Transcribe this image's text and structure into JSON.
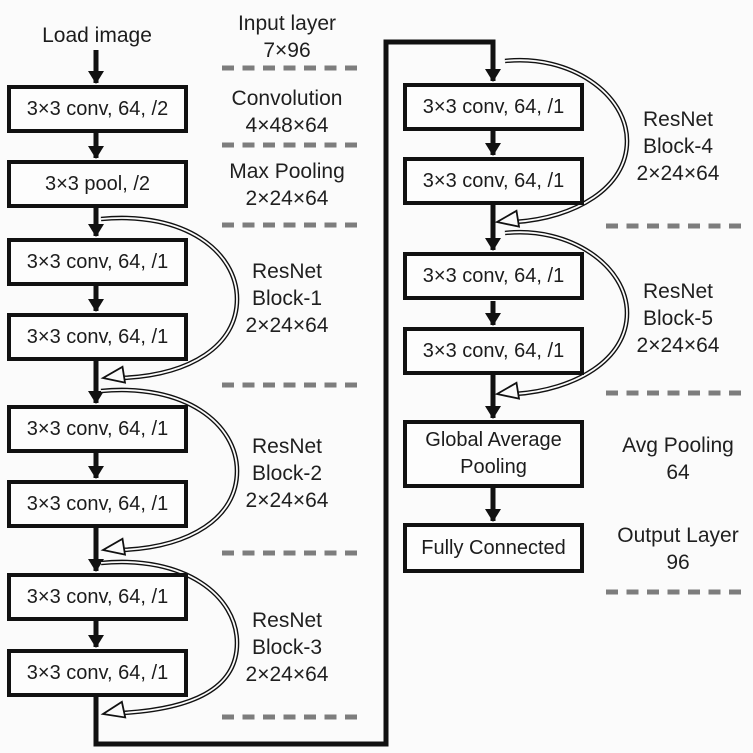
{
  "input_label": "Load image",
  "left_boxes": [
    "3×3 conv, 64, /2",
    "3×3 pool, /2",
    "3×3 conv, 64, /1",
    "3×3 conv, 64, /1",
    "3×3 conv, 64, /1",
    "3×3 conv, 64, /1",
    "3×3 conv, 64, /1",
    "3×3 conv, 64, /1"
  ],
  "right_boxes": [
    "3×3 conv, 64, /1",
    "3×3 conv, 64, /1",
    "3×3 conv, 64, /1",
    "3×3 conv, 64, /1",
    "Global Average Pooling",
    "Fully Connected"
  ],
  "left_annotations": [
    {
      "lines": [
        "Input layer",
        "7×96"
      ]
    },
    {
      "lines": [
        "Convolution",
        "4×48×64"
      ]
    },
    {
      "lines": [
        "Max Pooling",
        "2×24×64"
      ]
    },
    {
      "lines": [
        "ResNet",
        "Block-1",
        "2×24×64"
      ]
    },
    {
      "lines": [
        "ResNet",
        "Block-2",
        "2×24×64"
      ]
    },
    {
      "lines": [
        "ResNet",
        "Block-3",
        "2×24×64"
      ]
    }
  ],
  "right_annotations": [
    {
      "lines": [
        "ResNet",
        "Block-4",
        "2×24×64"
      ]
    },
    {
      "lines": [
        "ResNet",
        "Block-5",
        "2×24×64"
      ]
    },
    {
      "lines": [
        "Avg Pooling",
        "64"
      ]
    },
    {
      "lines": [
        "Output Layer",
        "96"
      ]
    }
  ],
  "colors": {
    "line": "#111111",
    "dashed_separator": "#7d7d7d",
    "box_fill": "#fdfdfd",
    "text": "#1c1c1c",
    "background": "#fbfbfb"
  }
}
